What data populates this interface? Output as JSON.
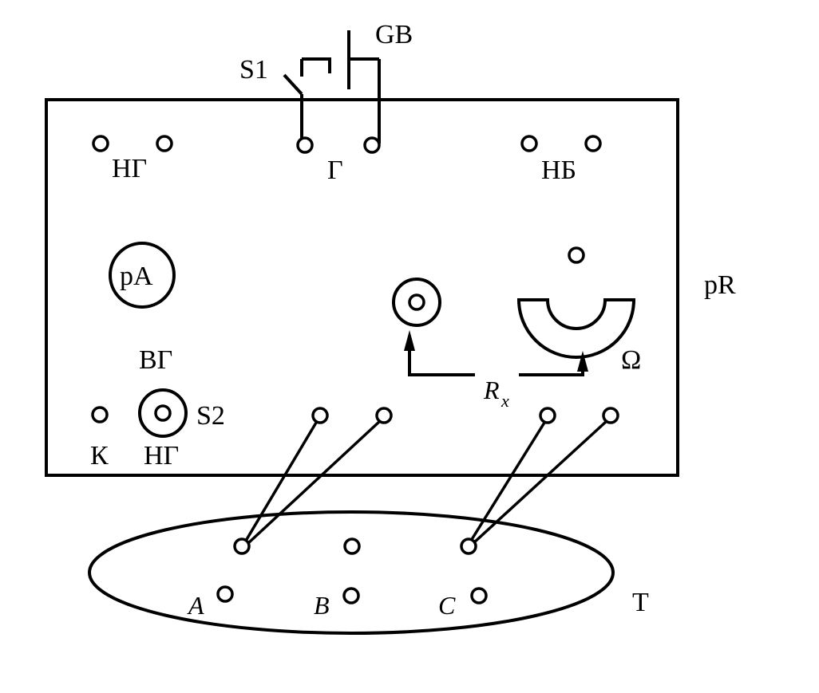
{
  "battery": {
    "label": "GB"
  },
  "switch1": {
    "label": "S1"
  },
  "instrument": {
    "label": "pR"
  },
  "panel": {
    "ng_top": "НГ",
    "g": "Г",
    "nb": "НБ",
    "pa": "pA",
    "vg": "ВГ",
    "s2": "S2",
    "k": "К",
    "ng_bottom": "НГ",
    "omega": "Ω",
    "rx_main": "R",
    "rx_sub": "x"
  },
  "object": {
    "label": "Т",
    "terminal_a": "A",
    "terminal_b": "B",
    "terminal_c": "C"
  }
}
